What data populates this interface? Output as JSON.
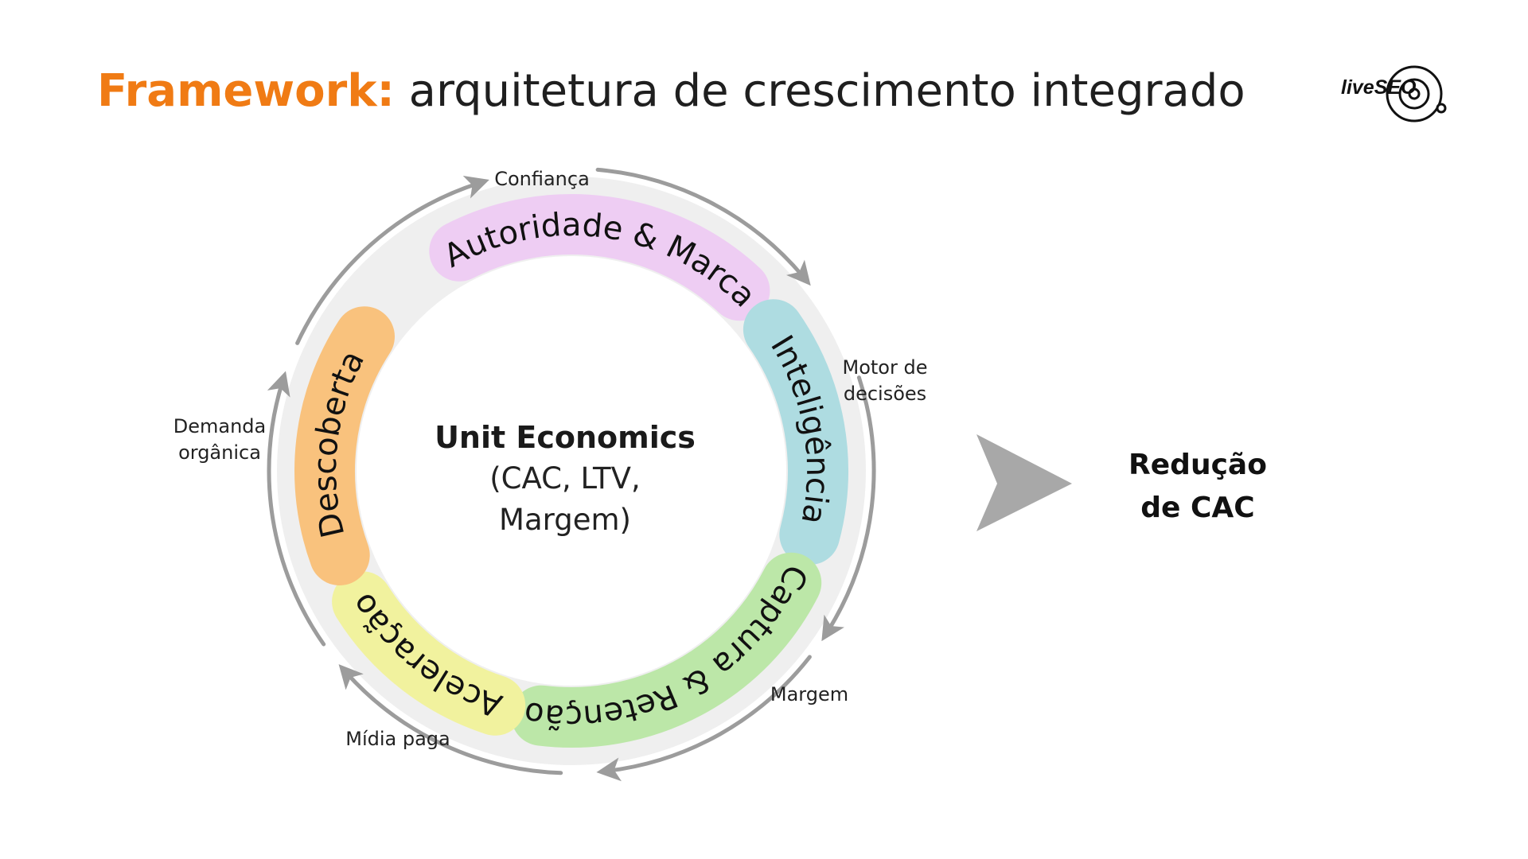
{
  "title": {
    "accent": "Framework:",
    "rest": " arquitetura de crescimento integrado"
  },
  "logo": {
    "text": "liveSEO"
  },
  "center": {
    "title": "Unit Economics",
    "line1": "(CAC, LTV,",
    "line2": "Margem)"
  },
  "segments": [
    {
      "label": "Autoridade & Marca",
      "color": "#EECDF3",
      "start": -117,
      "end": -47
    },
    {
      "label": "Inteligência",
      "color": "#AEDCE1",
      "start": -35,
      "end": 15
    },
    {
      "label": "Captura & Retenção",
      "color": "#BCE7A8",
      "start": 27,
      "end": 97
    },
    {
      "label": "Aceleração",
      "color": "#F1F29E",
      "start": 108,
      "end": 148
    },
    {
      "label": "Descoberta",
      "color": "#F9C27D",
      "start": 160,
      "end": 213
    }
  ],
  "tags": [
    {
      "id": "confianca",
      "text": "Confiança",
      "color": "#EECDF3"
    },
    {
      "id": "motor",
      "text": "Motor de decisões",
      "color": "#AEDCE1"
    },
    {
      "id": "margem",
      "text": "Margem",
      "color": "#BCE7A8"
    },
    {
      "id": "midia",
      "text": "Mídia paga",
      "color": "#F1F29E"
    },
    {
      "id": "demanda",
      "text": "Demanda orgânica",
      "color": "#F9C27D"
    }
  ],
  "result": {
    "line1": "Redução",
    "line2": "de CAC"
  },
  "colors": {
    "accent": "#F07B14",
    "ring": "#EFEFEF",
    "arrows": "#9C9C9C",
    "big_arrow": "#A8A8A8"
  }
}
